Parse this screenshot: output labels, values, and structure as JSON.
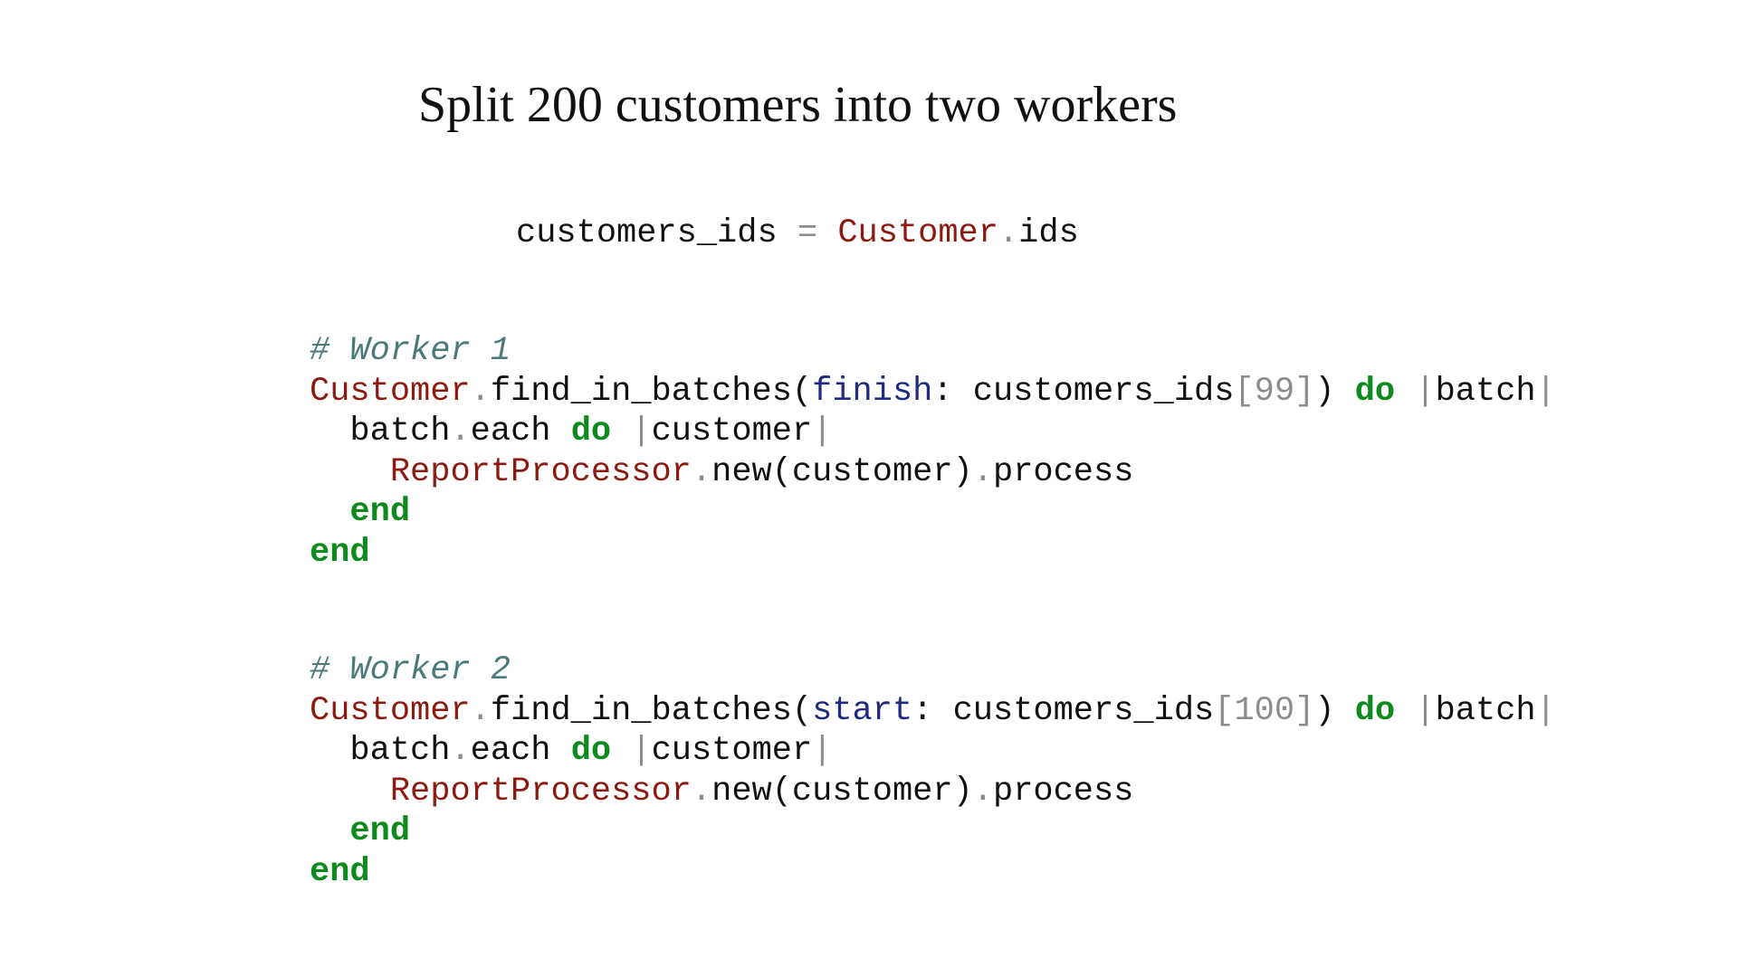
{
  "slide": {
    "title": "Split 200 customers into two workers"
  },
  "code_top": {
    "var": "customers_ids",
    "assign": "=",
    "const": "Customer",
    "dot": ".",
    "method": "ids"
  },
  "worker1": {
    "comment": "# Worker 1",
    "l1_const": "Customer",
    "l1_method": "find_in_batches(",
    "l1_key": "finish",
    "l1_colon": ": ",
    "l1_arr": "customers_ids",
    "l1_lb": "[",
    "l1_idx": "99",
    "l1_rb": "]",
    "l1_close": ") ",
    "l1_do": "do",
    "l1_pipe_open": "|",
    "l1_block_var": "batch",
    "l1_pipe_close": "|",
    "l2_recv": "batch",
    "l2_method": "each ",
    "l2_do": "do",
    "l2_pipe_open": "|",
    "l2_block_var": "customer",
    "l2_pipe_close": "|",
    "l3_const": "ReportProcessor",
    "l3_call": "new(customer)",
    "l3_method": "process",
    "l4_end": "end",
    "l5_end": "end"
  },
  "worker2": {
    "comment": "# Worker 2",
    "l1_const": "Customer",
    "l1_method": "find_in_batches(",
    "l1_key": "start",
    "l1_colon": ": ",
    "l1_arr": "customers_ids",
    "l1_lb": "[",
    "l1_idx": "100",
    "l1_rb": "]",
    "l1_close": ") ",
    "l1_do": "do",
    "l1_pipe_open": "|",
    "l1_block_var": "batch",
    "l1_pipe_close": "|",
    "l2_recv": "batch",
    "l2_method": "each ",
    "l2_do": "do",
    "l2_pipe_open": "|",
    "l2_block_var": "customer",
    "l2_pipe_close": "|",
    "l3_const": "ReportProcessor",
    "l3_call": "new(customer)",
    "l3_method": "process",
    "l4_end": "end",
    "l5_end": "end"
  },
  "colors": {
    "constant": "#8b1a10",
    "keyword": "#0d8a1c",
    "symbol_key": "#1f2b80",
    "comment": "#4a7a7a",
    "operator": "#8c8c8c",
    "text": "#111111"
  }
}
